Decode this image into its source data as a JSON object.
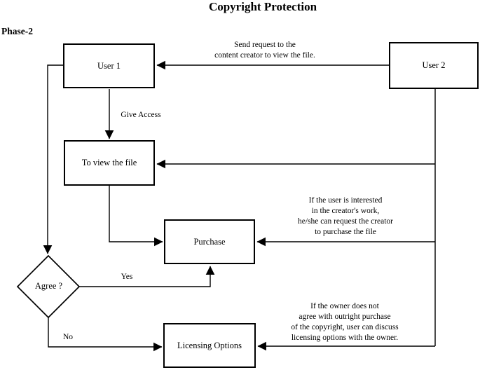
{
  "title": "Copyright Protection",
  "phase_label": "Phase-2",
  "nodes": {
    "user1": "User 1",
    "user2": "User 2",
    "to_view": "To view the file",
    "purchase": "Purchase",
    "licensing": "Licensing Options",
    "agree": "Agree ?"
  },
  "edge_labels": {
    "send_request": "Send request to the\ncontent creator to view the file.",
    "give_access": "Give Access",
    "yes": "Yes",
    "no": "No",
    "interested": "If the user is interested\nin the creator's work,\nhe/she can request the creator\nto purchase the file",
    "owner": "If the owner does not\nagree with outright purchase\nof the copyright, user can discuss\nlicensing options with the owner."
  },
  "colors": {
    "line": "#000000",
    "background": "#ffffff",
    "text": "#000000"
  }
}
